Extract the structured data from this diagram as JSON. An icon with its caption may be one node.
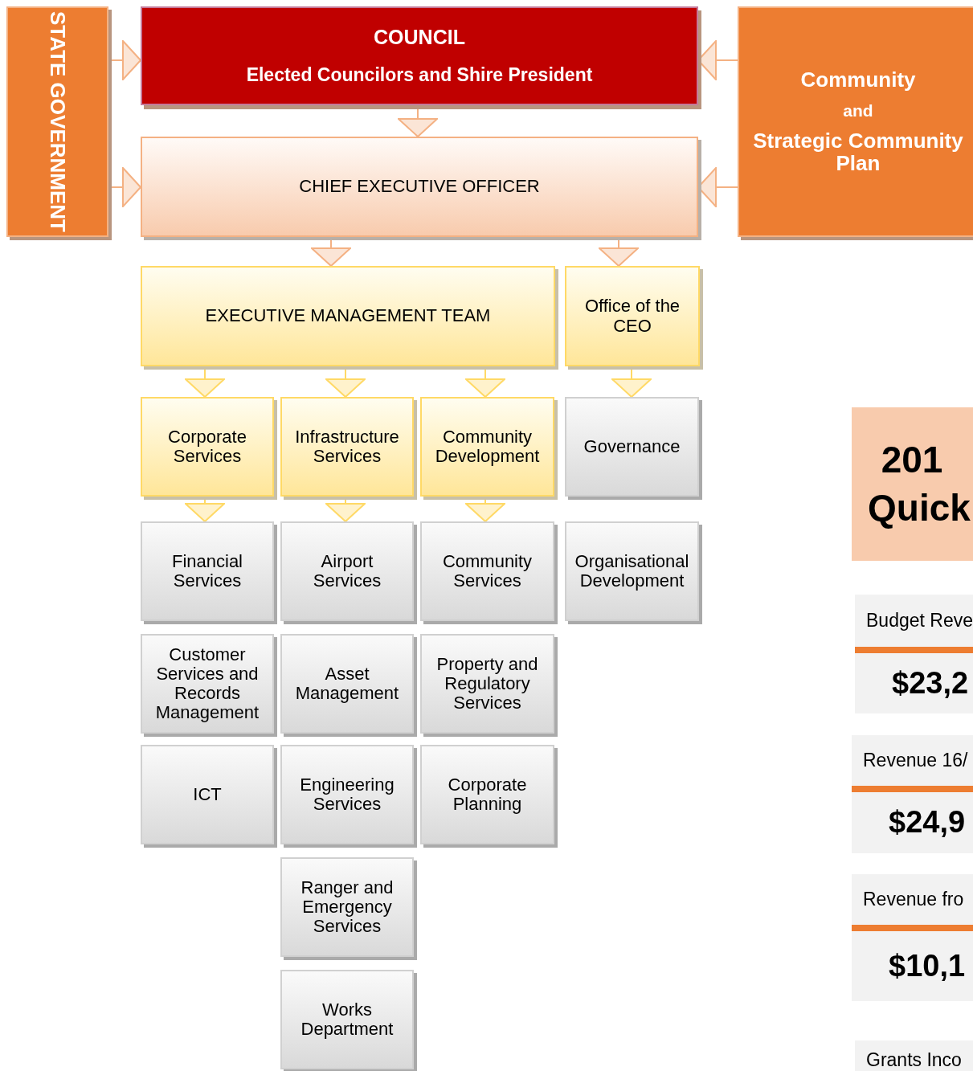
{
  "diagram": {
    "nodes": [
      {
        "text": [
          "STATE GOVERNMENT"
        ]
      },
      {
        "text": [
          "COUNCIL",
          "Elected Councilors and Shire President"
        ]
      },
      {
        "text": [
          "Community",
          "and",
          "Strategic Community Plan"
        ]
      },
      {
        "text": [
          "CHIEF EXECUTIVE OFFICER"
        ]
      },
      {
        "text": [
          "EXECUTIVE MANAGEMENT TEAM"
        ]
      },
      {
        "text": [
          "Office of the CEO"
        ]
      },
      {
        "text": [
          "Corporate Services"
        ]
      },
      {
        "text": [
          "Infrastructure Services"
        ]
      },
      {
        "text": [
          "Community Development"
        ]
      },
      {
        "text": [
          "Governance"
        ]
      },
      {
        "text": [
          "Financial Services"
        ]
      },
      {
        "text": [
          "Airport Services"
        ]
      },
      {
        "text": [
          "Community Services"
        ]
      },
      {
        "text": [
          "Organisational Development"
        ]
      },
      {
        "text": [
          "Customer Services and Records Management"
        ]
      },
      {
        "text": [
          "Asset Management"
        ]
      },
      {
        "text": [
          "Property and Regulatory Services"
        ]
      },
      {
        "text": [
          "ICT"
        ]
      },
      {
        "text": [
          "Engineering Services"
        ]
      },
      {
        "text": [
          "Corporate Planning"
        ]
      },
      {
        "text": [
          "Ranger and Emergency Services"
        ]
      },
      {
        "text": [
          "Works Department"
        ]
      },
      {
        "text": [
          "201 Quick"
        ]
      },
      {
        "text": [
          "Budget Reve"
        ]
      },
      {
        "text": [
          "$23,2"
        ]
      },
      {
        "text": [
          "Revenue 16/"
        ]
      },
      {
        "text": [
          "$24,9"
        ]
      },
      {
        "text": [
          "Revenue fro"
        ]
      },
      {
        "text": [
          "$10,1"
        ]
      },
      {
        "text": [
          "Grants Inco"
        ]
      }
    ],
    "edges": [
      {
        "from": 0,
        "to": 1,
        "arrow": "to"
      },
      {
        "from": 0,
        "to": 3,
        "arrow": "to"
      },
      {
        "from": 2,
        "to": 1,
        "arrow": "to"
      },
      {
        "from": 2,
        "to": 3,
        "arrow": "to"
      },
      {
        "from": 1,
        "to": 3,
        "arrow": "to"
      },
      {
        "from": 3,
        "to": 4,
        "arrow": "to"
      },
      {
        "from": 3,
        "to": 5,
        "arrow": "to"
      },
      {
        "from": 4,
        "to": 6,
        "arrow": "to",
        "color": "#ffd966"
      },
      {
        "from": 4,
        "to": 7,
        "arrow": "to",
        "color": "#ffd966"
      },
      {
        "from": 4,
        "to": 8,
        "arrow": "to",
        "color": "#ffd966"
      },
      {
        "from": 5,
        "to": 9,
        "arrow": "to",
        "color": "#ffd966"
      },
      {
        "from": 6,
        "to": 10,
        "arrow": "to",
        "color": "#ffd966"
      },
      {
        "from": 7,
        "to": 11,
        "arrow": "to",
        "color": "#ffd966"
      },
      {
        "from": 8,
        "to": 12,
        "arrow": "to",
        "color": "#ffd966"
      }
    ]
  }
}
